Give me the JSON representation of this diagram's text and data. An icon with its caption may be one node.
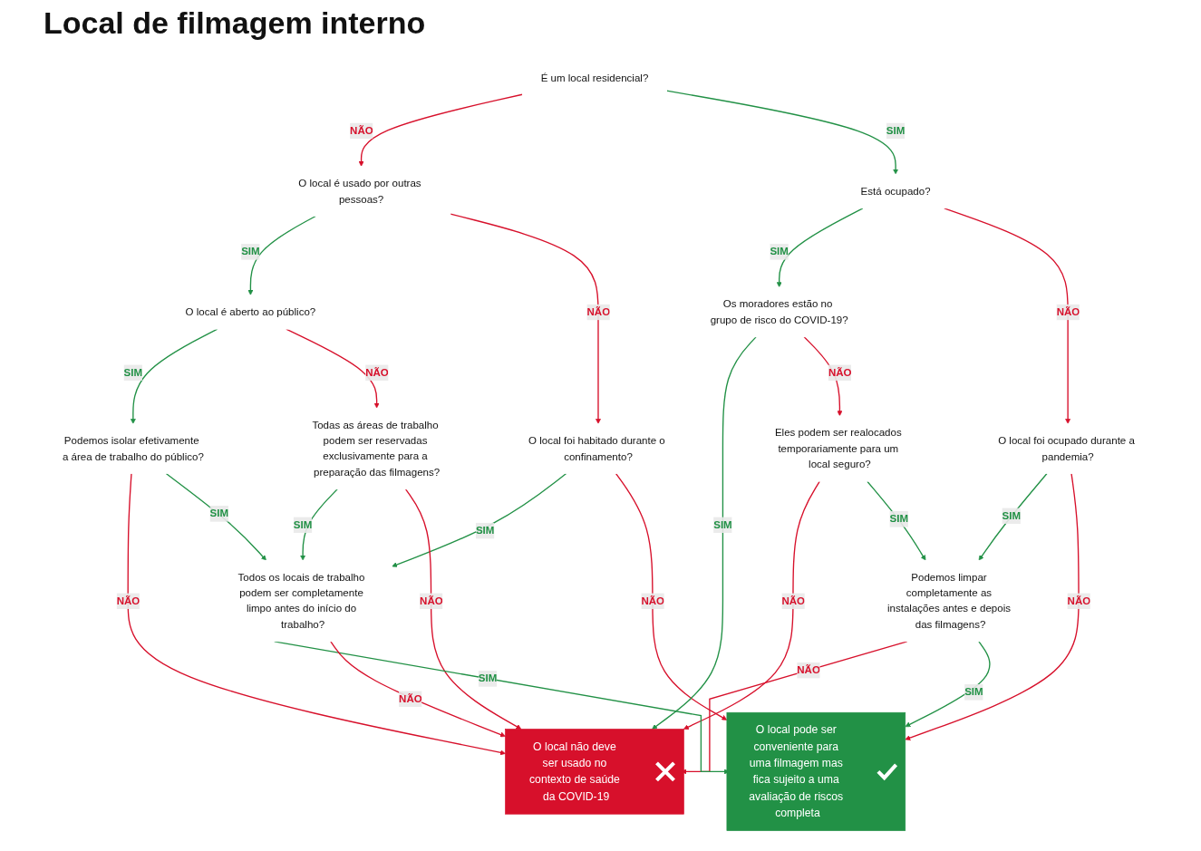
{
  "diagram": {
    "title": "Local de filmagem interno",
    "nodes": [
      {
        "text": [
          "É um local residencial?"
        ]
      },
      {
        "text": [
          "O local é usado por outras pessoas?"
        ]
      },
      {
        "text": [
          "Está ocupado?"
        ]
      },
      {
        "text": [
          "O local é aberto ao público?"
        ]
      },
      {
        "text": [
          "O local foi habitado durante o confinamento?"
        ]
      },
      {
        "text": [
          "Os moradores estão no grupo de risco do COVID-19?"
        ]
      },
      {
        "text": [
          "O local foi ocupado durante a pandemia?"
        ]
      },
      {
        "text": [
          "Podemos isolar efetivamente a área de trabalho do público?"
        ]
      },
      {
        "text": [
          "Todas as áreas de trabalho podem ser reservadas exclusivamente para a preparação das filmagens?"
        ]
      },
      {
        "text": [
          "Eles podem ser realocados temporariamente para um local seguro?"
        ]
      },
      {
        "text": [
          "Podemos limpar completamente as instalações antes e depois das filmagens?"
        ]
      },
      {
        "text": [
          "Todos os locais de trabalho podem ser completamente limpo antes do início do trabalho?"
        ]
      },
      {
        "text": [
          "O local não deve ser usado no contexto de saúde da COVID-19"
        ]
      },
      {
        "text": [
          "O local pode ser conveniente para uma filmagem mas fica sujeito a uma avaliação de riscos completa"
        ]
      }
    ],
    "edges": [
      {
        "from": 0,
        "to": 1,
        "arrow": "to",
        "label": "NÃO",
        "color": "#d7102b"
      },
      {
        "from": 0,
        "to": 2,
        "arrow": "to",
        "label": "SIM",
        "color": "#229146"
      },
      {
        "from": 1,
        "to": 3,
        "arrow": "to",
        "label": "SIM",
        "color": "#229146"
      },
      {
        "from": 1,
        "to": 4,
        "arrow": "to",
        "label": "NÃO",
        "color": "#d7102b"
      },
      {
        "from": 2,
        "to": 5,
        "arrow": "to",
        "label": "SIM",
        "color": "#229146"
      },
      {
        "from": 2,
        "to": 6,
        "arrow": "to",
        "label": "NÃO",
        "color": "#d7102b"
      },
      {
        "from": 3,
        "to": 7,
        "arrow": "to",
        "label": "SIM",
        "color": "#229146"
      },
      {
        "from": 3,
        "to": 8,
        "arrow": "to",
        "label": "NÃO",
        "color": "#d7102b"
      },
      {
        "from": 4,
        "to": 11,
        "arrow": "to",
        "label": "SIM",
        "color": "#229146"
      },
      {
        "from": 4,
        "to": 13,
        "arrow": "to",
        "label": "NÃO",
        "color": "#d7102b"
      },
      {
        "from": 5,
        "to": 12,
        "arrow": "to",
        "label": "SIM",
        "color": "#229146"
      },
      {
        "from": 5,
        "to": 9,
        "arrow": "to",
        "label": "NÃO",
        "color": "#d7102b"
      },
      {
        "from": 6,
        "to": 10,
        "arrow": "to",
        "label": "SIM",
        "color": "#229146"
      },
      {
        "from": 6,
        "to": 13,
        "arrow": "to",
        "label": "NÃO",
        "color": "#d7102b"
      },
      {
        "from": 7,
        "to": 12,
        "arrow": "to",
        "label": "NÃO",
        "color": "#d7102b"
      },
      {
        "from": 7,
        "to": 11,
        "arrow": "to",
        "label": "SIM",
        "color": "#229146"
      },
      {
        "from": 8,
        "to": 11,
        "arrow": "to",
        "label": "SIM",
        "color": "#229146"
      },
      {
        "from": 8,
        "to": 12,
        "arrow": "to",
        "label": "NÃO",
        "color": "#d7102b"
      },
      {
        "from": 9,
        "to": 12,
        "arrow": "to",
        "label": "NÃO",
        "color": "#d7102b"
      },
      {
        "from": 9,
        "to": 10,
        "arrow": "to",
        "label": "SIM",
        "color": "#229146"
      },
      {
        "from": 10,
        "to": 12,
        "arrow": "to",
        "label": "NÃO",
        "color": "#d7102b"
      },
      {
        "from": 10,
        "to": 13,
        "arrow": "to",
        "label": "SIM",
        "color": "#229146"
      },
      {
        "from": 11,
        "to": 13,
        "arrow": "to",
        "label": "SIM",
        "color": "#229146"
      },
      {
        "from": 11,
        "to": 12,
        "arrow": "to",
        "label": "NÃO",
        "color": "#d7102b"
      }
    ]
  }
}
